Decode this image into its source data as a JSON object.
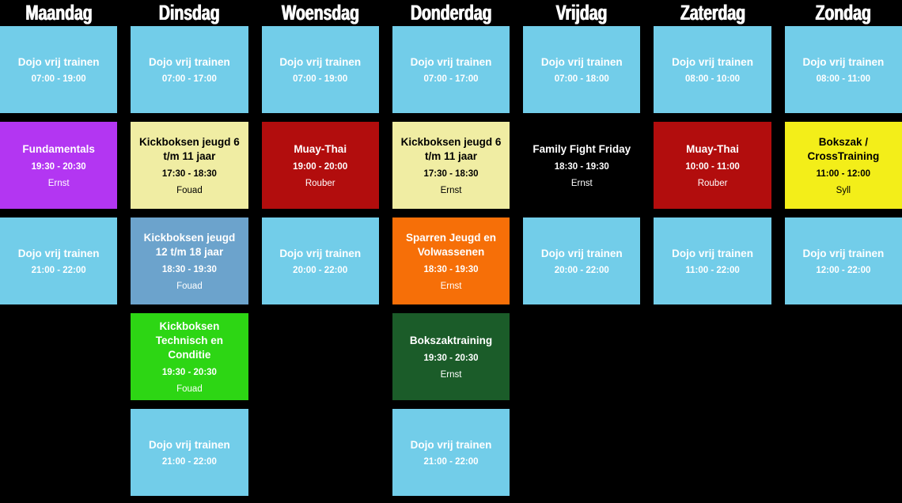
{
  "page": {
    "background_color": "#000000",
    "palette": {
      "light_blue": "#72CDE9",
      "purple": "#B336F2",
      "pale_yellow": "#F0EDA3",
      "dark_red": "#B20D0D",
      "black": "#000000",
      "slate_blue": "#6CA3CC",
      "orange": "#F66F08",
      "bright_green": "#2DD614",
      "dark_green": "#1B5C29",
      "bright_yellow": "#F3EE19",
      "text_light": "#FFFFFF",
      "text_dark": "#000000"
    }
  },
  "days": [
    {
      "name": "Maandag",
      "blocks": [
        {
          "title": "Dojo vrij trainen",
          "time": "07:00 - 19:00",
          "color": "#72CDE9",
          "text_color": "#FFFFFF"
        },
        {
          "title": "Fundamentals",
          "time": "19:30 - 20:30",
          "trainer": "Ernst",
          "color": "#B336F2",
          "text_color": "#FFFFFF"
        },
        {
          "title": "Dojo vrij trainen",
          "time": "21:00 - 22:00",
          "color": "#72CDE9",
          "text_color": "#FFFFFF"
        }
      ]
    },
    {
      "name": "Dinsdag",
      "blocks": [
        {
          "title": "Dojo vrij trainen",
          "time": "07:00 - 17:00",
          "color": "#72CDE9",
          "text_color": "#FFFFFF"
        },
        {
          "title": "Kickboksen jeugd 6 t/m 11 jaar",
          "time": "17:30 - 18:30",
          "trainer": "Fouad",
          "color": "#F0EDA3",
          "text_color": "#000000"
        },
        {
          "title": "Kickboksen jeugd 12 t/m 18 jaar",
          "time": "18:30 - 19:30",
          "trainer": "Fouad",
          "color": "#6CA3CC",
          "text_color": "#FFFFFF"
        },
        {
          "title": "Kickboksen Technisch en Conditie",
          "time": "19:30 - 20:30",
          "trainer": "Fouad",
          "color": "#2DD614",
          "text_color": "#FFFFFF"
        },
        {
          "title": "Dojo vrij trainen",
          "time": "21:00 - 22:00",
          "color": "#72CDE9",
          "text_color": "#FFFFFF"
        }
      ]
    },
    {
      "name": "Woensdag",
      "blocks": [
        {
          "title": "Dojo vrij trainen",
          "time": "07:00 - 19:00",
          "color": "#72CDE9",
          "text_color": "#FFFFFF"
        },
        {
          "title": "Muay-Thai",
          "time": "19:00 - 20:00",
          "trainer": "Rouber",
          "color": "#B20D0D",
          "text_color": "#FFFFFF"
        },
        {
          "title": "Dojo vrij trainen",
          "time": "20:00 - 22:00",
          "color": "#72CDE9",
          "text_color": "#FFFFFF"
        }
      ]
    },
    {
      "name": "Donderdag",
      "blocks": [
        {
          "title": "Dojo vrij trainen",
          "time": "07:00 - 17:00",
          "color": "#72CDE9",
          "text_color": "#FFFFFF"
        },
        {
          "title": "Kickboksen jeugd 6 t/m 11 jaar",
          "time": "17:30 - 18:30",
          "trainer": "Ernst",
          "color": "#F0EDA3",
          "text_color": "#000000"
        },
        {
          "title": "Sparren Jeugd en Volwassenen",
          "time": "18:30 - 19:30",
          "trainer": "Ernst",
          "color": "#F66F08",
          "text_color": "#FFFFFF"
        },
        {
          "title": "Bokszaktraining",
          "time": "19:30 - 20:30",
          "trainer": "Ernst",
          "color": "#1B5C29",
          "text_color": "#FFFFFF"
        },
        {
          "title": "Dojo vrij trainen",
          "time": "21:00 - 22:00",
          "color": "#72CDE9",
          "text_color": "#FFFFFF"
        }
      ]
    },
    {
      "name": "Vrijdag",
      "blocks": [
        {
          "title": "Dojo vrij trainen",
          "time": "07:00 - 18:00",
          "color": "#72CDE9",
          "text_color": "#FFFFFF"
        },
        {
          "title": "Family Fight Friday",
          "time": "18:30 - 19:30",
          "trainer": "Ernst",
          "color": "#000000",
          "text_color": "#FFFFFF"
        },
        {
          "title": "Dojo vrij trainen",
          "time": "20:00 - 22:00",
          "color": "#72CDE9",
          "text_color": "#FFFFFF"
        }
      ]
    },
    {
      "name": "Zaterdag",
      "blocks": [
        {
          "title": "Dojo vrij trainen",
          "time": "08:00 - 10:00",
          "color": "#72CDE9",
          "text_color": "#FFFFFF"
        },
        {
          "title": "Muay-Thai",
          "time": "10:00 - 11:00",
          "trainer": "Rouber",
          "color": "#B20D0D",
          "text_color": "#FFFFFF"
        },
        {
          "title": "Dojo vrij trainen",
          "time": "11:00 - 22:00",
          "color": "#72CDE9",
          "text_color": "#FFFFFF"
        }
      ]
    },
    {
      "name": "Zondag",
      "blocks": [
        {
          "title": "Dojo vrij trainen",
          "time": "08:00 - 11:00",
          "color": "#72CDE9",
          "text_color": "#FFFFFF"
        },
        {
          "title": "Bokszak / CrossTraining",
          "time": "11:00 - 12:00",
          "trainer": "Syll",
          "color": "#F3EE19",
          "text_color": "#000000"
        },
        {
          "title": "Dojo vrij trainen",
          "time": "12:00 - 22:00",
          "color": "#72CDE9",
          "text_color": "#FFFFFF"
        }
      ]
    }
  ]
}
